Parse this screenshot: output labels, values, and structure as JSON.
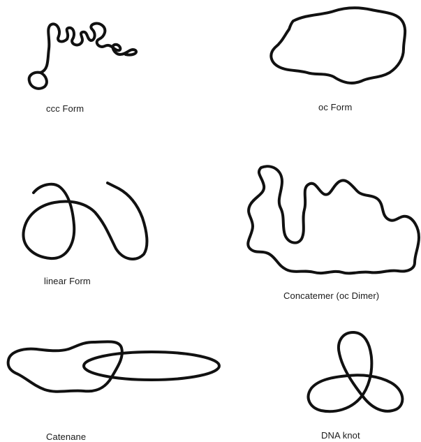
{
  "figure": {
    "forms": [
      {
        "id": "ccc",
        "label": "ccc Form"
      },
      {
        "id": "oc",
        "label": "oc Form"
      },
      {
        "id": "linear",
        "label": "linear Form"
      },
      {
        "id": "concatemer",
        "label": "Concatemer (oc Dimer)"
      },
      {
        "id": "catenane",
        "label": "Catenane"
      },
      {
        "id": "knot",
        "label": "DNA knot"
      }
    ]
  },
  "colors": {
    "background": "#ffffff",
    "stroke": "#111111",
    "text": "#1a1a1a"
  }
}
